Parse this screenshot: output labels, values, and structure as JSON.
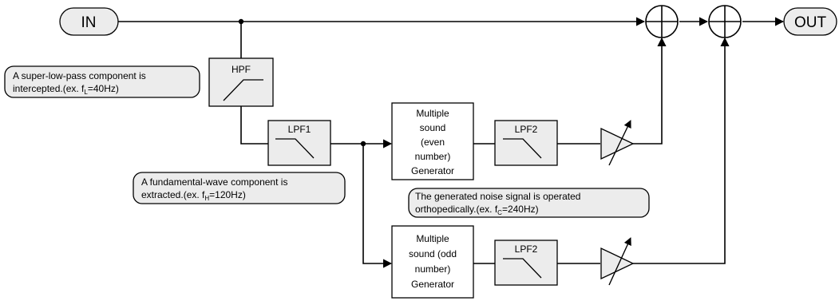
{
  "terminals": {
    "input": "IN",
    "output": "OUT"
  },
  "blocks": {
    "hpf": "HPF",
    "lpf1": "LPF1",
    "lpf2_even": "LPF2",
    "lpf2_odd": "LPF2",
    "gen_even": [
      "Multiple",
      "sound",
      "(even",
      "number)",
      "Generator"
    ],
    "gen_odd": [
      "Multiple",
      "sound (odd",
      "number)",
      "Generator"
    ]
  },
  "notes": {
    "hpf_note": {
      "line1": "A super-low-pass component is",
      "line2_pre": "intercepted.(ex. f",
      "line2_sub": "L",
      "line2_post": "=40Hz)"
    },
    "lpf1_note": {
      "line1": "A fundamental-wave component is",
      "line2_pre": "extracted.(ex. f",
      "line2_sub": "H",
      "line2_post": "=120Hz)"
    },
    "lpf2_note": {
      "line1": "The generated noise signal is operated",
      "line2_pre": "orthopedically.(ex. f",
      "line2_sub": "C",
      "line2_post": "=240Hz)"
    }
  },
  "icons": {
    "adder": "summing-junction-icon",
    "amplifier": "variable-gain-amplifier-icon"
  }
}
